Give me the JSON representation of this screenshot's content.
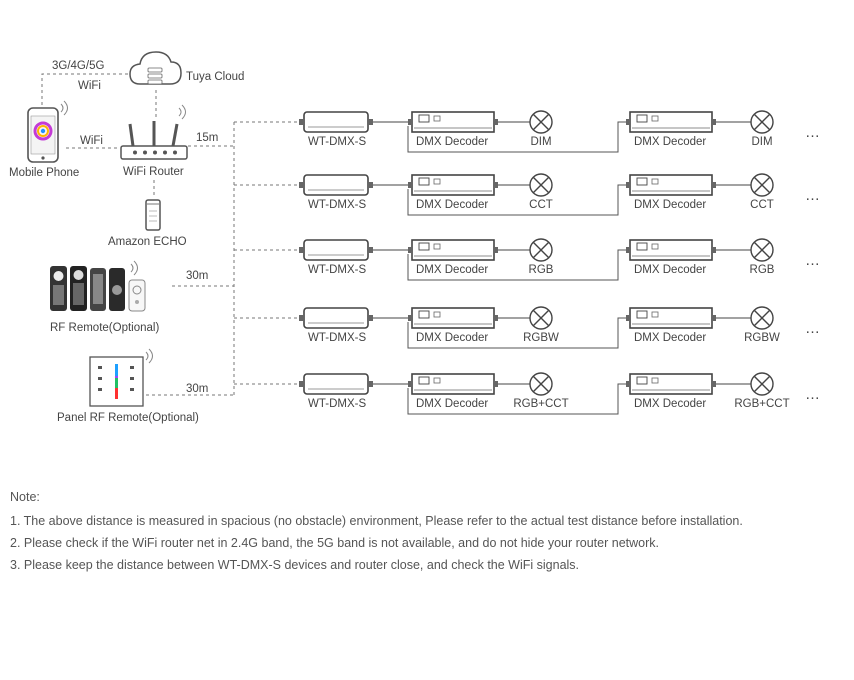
{
  "labels": {
    "network_types": "3G/4G/5G",
    "wifi_top": "WiFi",
    "tuya_cloud": "Tuya Cloud",
    "wifi_link": "WiFi",
    "mobile_phone": "Mobile Phone",
    "wifi_router": "WiFi Router",
    "amazon_echo": "Amazon ECHO",
    "rf_remote": "RF Remote(Optional)",
    "panel_rf_remote": "Panel RF Remote(Optional)",
    "dist_15m": "15m",
    "dist_30m_a": "30m",
    "dist_30m_b": "30m",
    "ellipsis": "…"
  },
  "rows": [
    {
      "controller": "WT-DMX-S",
      "decoder1": "DMX Decoder",
      "load1": "DIM",
      "decoder2": "DMX Decoder",
      "load2": "DIM"
    },
    {
      "controller": "WT-DMX-S",
      "decoder1": "DMX Decoder",
      "load1": "CCT",
      "decoder2": "DMX Decoder",
      "load2": "CCT"
    },
    {
      "controller": "WT-DMX-S",
      "decoder1": "DMX Decoder",
      "load1": "RGB",
      "decoder2": "DMX Decoder",
      "load2": "RGB"
    },
    {
      "controller": "WT-DMX-S",
      "decoder1": "DMX Decoder",
      "load1": "RGBW",
      "decoder2": "DMX Decoder",
      "load2": "RGBW"
    },
    {
      "controller": "WT-DMX-S",
      "decoder1": "DMX Decoder",
      "load1": "RGB+CCT",
      "decoder2": "DMX Decoder",
      "load2": "RGB+CCT"
    }
  ],
  "note": {
    "title": "Note:",
    "items": [
      "1. The above distance is measured in spacious (no obstacle) environment,  Please refer to the actual test distance before installation.",
      "2. Please check if the WiFi router net in 2.4G band, the 5G band is not available, and do not hide your router network.",
      "3. Please keep the distance between WT-DMX-S devices and router close, and check the WiFi signals."
    ]
  }
}
